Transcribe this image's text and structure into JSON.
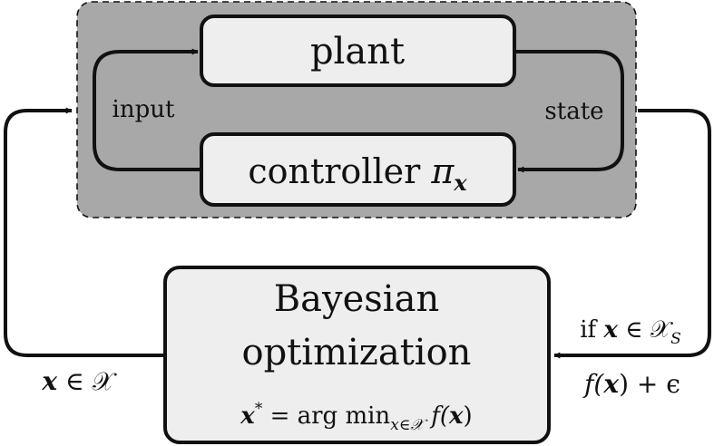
{
  "diagram": {
    "loop": {
      "plant_label": "plant",
      "controller_label": "controller",
      "controller_symbol": "π",
      "controller_subscript": "x",
      "input_label": "input",
      "state_label": "state"
    },
    "optimizer": {
      "line1": "Bayesian",
      "line2": "optimization",
      "formula_x": "x",
      "formula_star": "*",
      "formula_eq": " = arg min",
      "formula_sub": "x∈𝒳",
      "formula_f": " f(",
      "formula_fx": "x",
      "formula_close": ")"
    },
    "edges": {
      "left_x": "x",
      "left_in": " ∈ 𝒳",
      "right_if": "if ",
      "right_x": "x",
      "right_in": " ∈ 𝒳",
      "right_sub": "S",
      "right_f": "f(",
      "right_fx": "x",
      "right_noise": ") + ϵ"
    }
  },
  "colors": {
    "loop_fill": "#a8a8a8",
    "box_fill": "#eeeeee",
    "stroke": "#111111"
  }
}
